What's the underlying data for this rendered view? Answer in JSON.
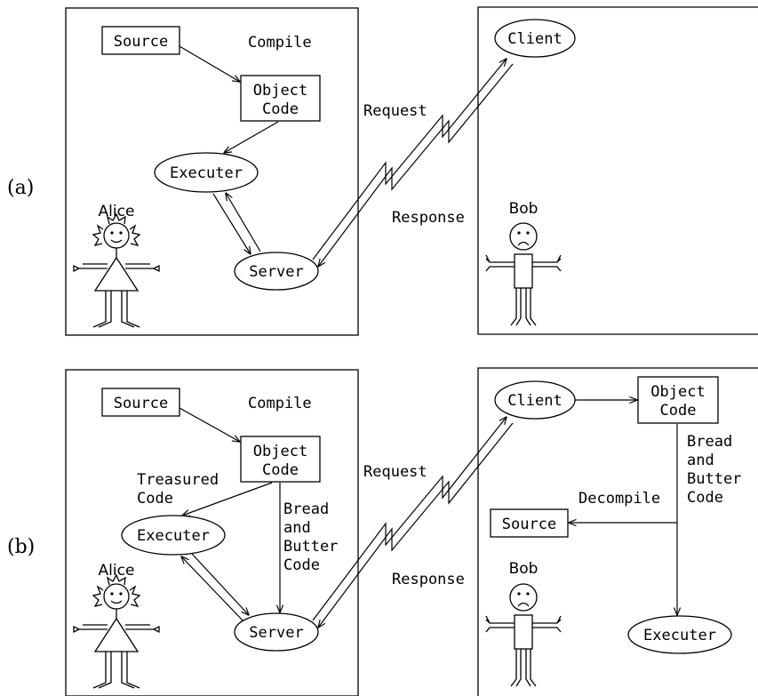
{
  "panel_a": {
    "label": "(a)",
    "alice": {
      "name": "Alice",
      "source": "Source",
      "compile": "Compile",
      "object_code": [
        "Object",
        "Code"
      ],
      "executer": "Executer",
      "server": "Server"
    },
    "request": "Request",
    "response": "Response",
    "bob": {
      "name": "Bob",
      "client": "Client"
    }
  },
  "panel_b": {
    "label": "(b)",
    "alice": {
      "name": "Alice",
      "source": "Source",
      "compile": "Compile",
      "object_code": [
        "Object",
        "Code"
      ],
      "treasured_code": [
        "Treasured",
        "Code"
      ],
      "bread_butter": [
        "Bread",
        "and",
        "Butter",
        "Code"
      ],
      "executer": "Executer",
      "server": "Server"
    },
    "request": "Request",
    "response": "Response",
    "bob": {
      "name": "Bob",
      "client": "Client",
      "object_code": [
        "Object",
        "Code"
      ],
      "bread_butter": [
        "Bread",
        "and",
        "Butter",
        "Code"
      ],
      "decompile": "Decompile",
      "source": "Source",
      "executer": "Executer"
    }
  }
}
